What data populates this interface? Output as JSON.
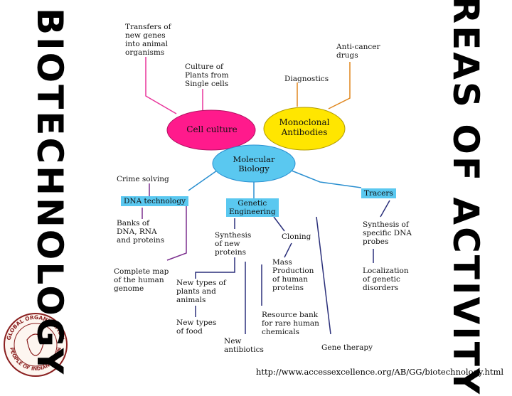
{
  "side_titles": {
    "left": "BIOTECHNOLOGY",
    "right": "AREAS OF ACTIVITY"
  },
  "hubs": {
    "cell_culture": "Cell culture",
    "monoclonal_antibodies": "Monoclonal\nAntibodies",
    "molecular_biology": "Molecular\nBiology"
  },
  "boxes": {
    "dna_technology": "DNA technology",
    "genetic_engineering": "Genetic\nEngineering",
    "tracers": "Tracers"
  },
  "labels": {
    "transfers": "Transfers of\nnew genes\ninto animal\norganisms",
    "culture_plants": "Culture of\nPlants from\nSingle cells",
    "diagnostics": "Diagnostics",
    "anticancer": "Anti-cancer\ndrugs",
    "crime_solving": "Crime solving",
    "banks": "Banks of\nDNA, RNA\nand proteins",
    "complete_map": "Complete map\nof the human\ngenome",
    "synthesis_new_proteins": "Synthesis\nof new\nproteins",
    "new_plants_animals": "New types of\nplants and\nanimals",
    "new_food": "New types\nof food",
    "new_antibiotics": "New\nantibiotics",
    "cloning": "Cloning",
    "mass_production": "Mass\nProduction\nof human\nproteins",
    "resource_bank": "Resource bank\nfor rare human\nchemicals",
    "gene_therapy": "Gene therapy",
    "synthesis_dna_probes": "Synthesis of\nspecific DNA\nprobes",
    "localization": "Localization\nof genetic\ndisorders"
  },
  "logo": {
    "top_text": "GLOBAL ORGANIZATION",
    "bottom_text": "PEOPLE OF INDIAN ORIGIN"
  },
  "source_url": "http://www.accessexcellence.org/AB/GG/biotechnology.html",
  "colors": {
    "cell_culture": "#ff1a8c",
    "monoclonal": "#ffe600",
    "molecular": "#5ac8f0",
    "box_blue": "#5ac8f0",
    "pink_line": "#e8339a",
    "orange_line": "#e0871f",
    "blue_line": "#2a8fd0",
    "purple_line": "#7b2f8e",
    "navy_line": "#2a2f7a"
  }
}
